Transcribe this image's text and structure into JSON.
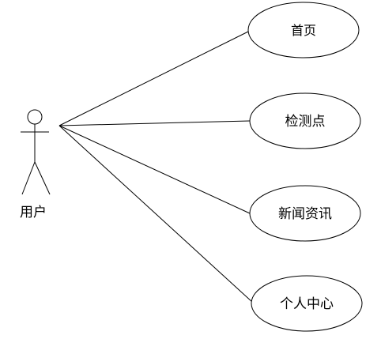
{
  "actor": {
    "label": "用户"
  },
  "use_cases": [
    {
      "label": "首页"
    },
    {
      "label": "检测点"
    },
    {
      "label": "新闻资讯"
    },
    {
      "label": "个人中心"
    }
  ]
}
